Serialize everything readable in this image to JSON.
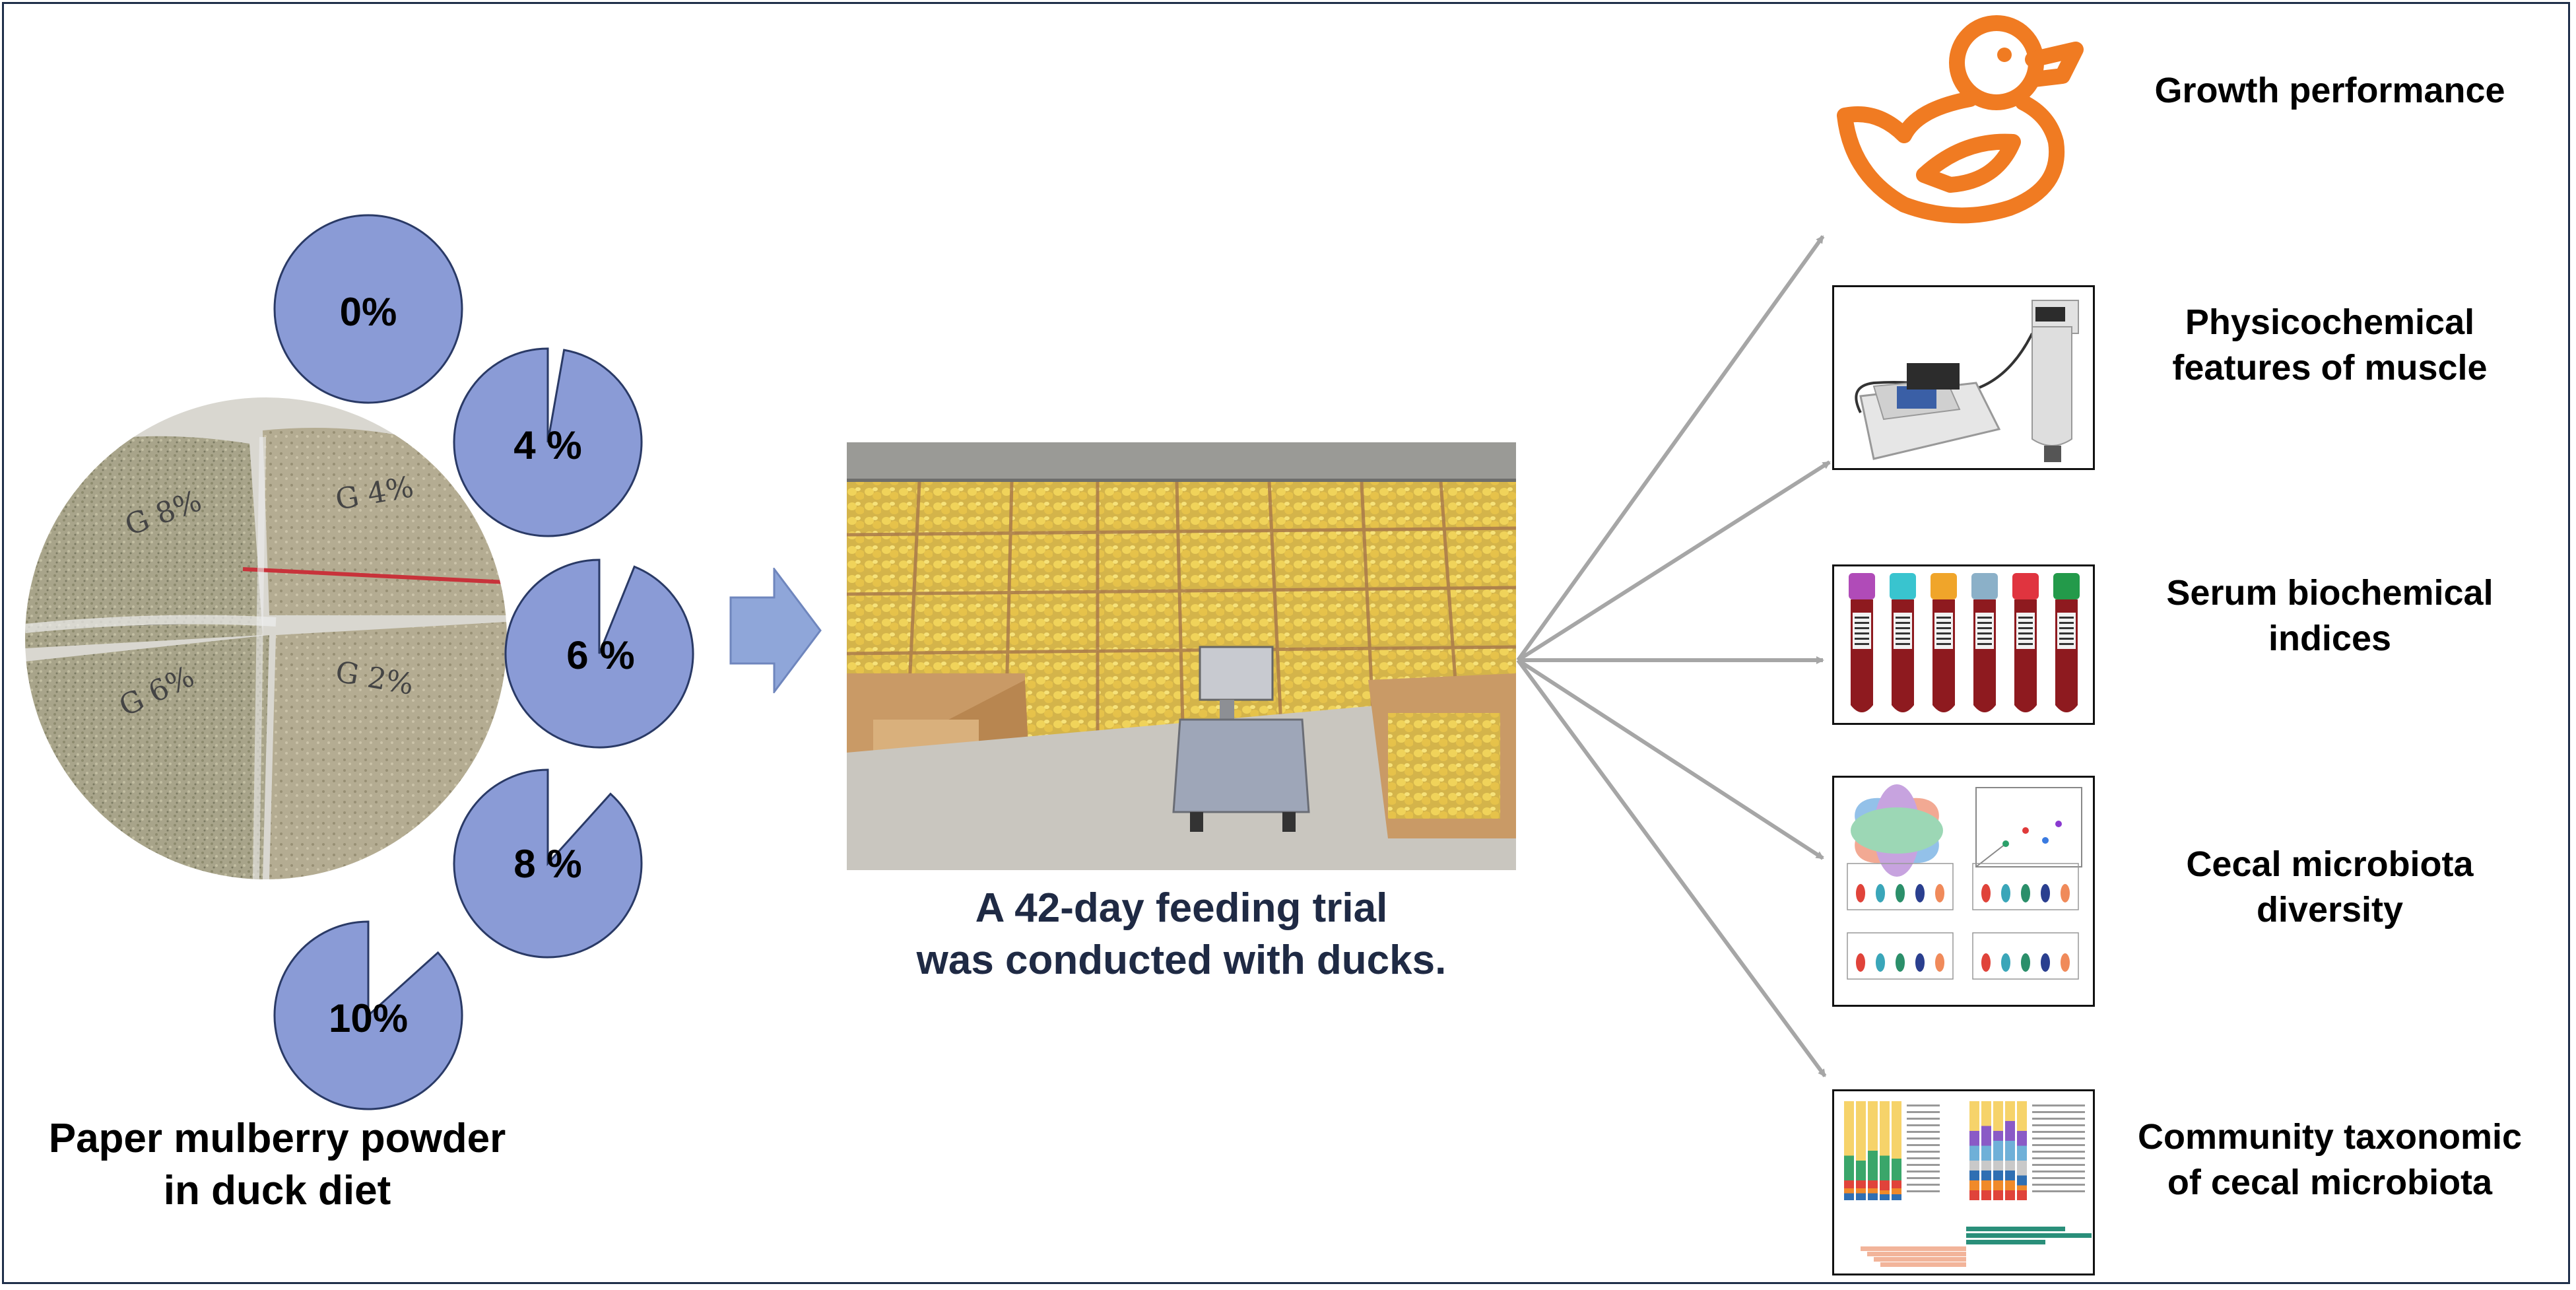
{
  "doses": [
    {
      "label": "0%",
      "fraction": 0.0
    },
    {
      "label": "4 %",
      "fraction": 0.04
    },
    {
      "label": "6 %",
      "fraction": 0.06
    },
    {
      "label": "8 %",
      "fraction": 0.08
    },
    {
      "label": "10%",
      "fraction": 0.1
    }
  ],
  "left_caption": [
    "Paper mulberry powder",
    "in duck diet"
  ],
  "center_caption": [
    "A 42-day feeding trial",
    "was conducted with ducks."
  ],
  "bag_marks": [
    "G 8%",
    "G 4%",
    "G 6%",
    "G 2%"
  ],
  "outcomes": [
    {
      "id": "growth",
      "lines": [
        "Growth performance"
      ]
    },
    {
      "id": "muscle",
      "lines": [
        "Physicochemical",
        "features of muscle"
      ]
    },
    {
      "id": "serum",
      "lines": [
        "Serum biochemical",
        "indices"
      ]
    },
    {
      "id": "diversity",
      "lines": [
        "Cecal microbiota",
        "diversity"
      ]
    },
    {
      "id": "taxonomy",
      "lines": [
        "Community taxonomic",
        "of cecal microbiota"
      ]
    }
  ],
  "colors": {
    "pie_fill": "#8a9bd6",
    "pie_stroke": "#2a3a66",
    "arrow_fill": "#8fa6d9",
    "connector": "#a6a6a6",
    "duck_orange": "#f07b22",
    "frame": "#1f2f4a",
    "tube_red": "#8e1a1f",
    "cap_colors": [
      "#b04bb8",
      "#39c4cf",
      "#f0a52a",
      "#8bb0c8",
      "#e0343f",
      "#239a4a"
    ]
  },
  "icons": [
    "duck-icon",
    "colorimeter-icon",
    "blood-tubes-icon",
    "diversity-plots-icon",
    "taxonomy-plots-icon",
    "scale-icon"
  ]
}
